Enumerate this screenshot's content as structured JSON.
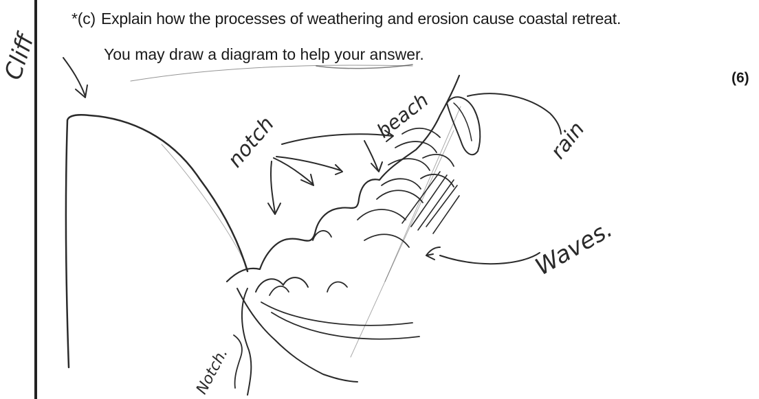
{
  "question": {
    "number": "*(c)",
    "prompt": "Explain how the processes of weathering and erosion cause coastal retreat.",
    "hint": "You may draw a diagram to help your answer.",
    "marks": "(6)"
  },
  "sketch_labels": {
    "cliff": "Cliff",
    "notch_top": "notch",
    "beach": "beach",
    "rain": "rain",
    "waves": "Waves.",
    "notch_bottom": "Notch."
  }
}
